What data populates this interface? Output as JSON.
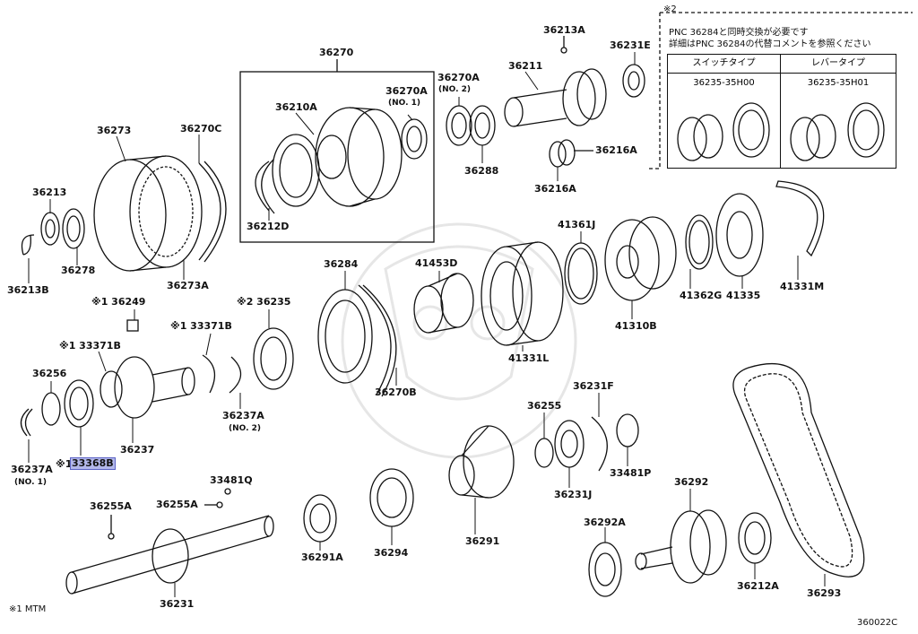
{
  "notes": {
    "mark2": "※2",
    "line1": "PNC 36284と同時交換が必要です",
    "line2": "詳細はPNC 36284の代替コメントを参照ください",
    "footnote": "※1 MTM",
    "figure_code": "360022C"
  },
  "table": {
    "col1_header": "スイッチタイプ",
    "col2_header": "レバータイプ",
    "col1_part": "36235-35H00",
    "col2_part": "36235-35H01"
  },
  "parts": {
    "p36270": "36270",
    "p36213A": "36213A",
    "p36231E": "36231E",
    "p36211": "36211",
    "p36270A": "36270A",
    "p36270A_no2": "(NO. 2)",
    "p36210A": "36210A",
    "p36270A_in": "36270A",
    "p36270A_no1": "(NO. 1)",
    "p36273": "36273",
    "p36270C": "36270C",
    "p36288": "36288",
    "p36216A_r": "36216A",
    "p36216A_b": "36216A",
    "p36213": "36213",
    "p36212D": "36212D",
    "p36278": "36278",
    "p36273A": "36273A",
    "p36213B": "36213B",
    "p41361J": "41361J",
    "p36284": "36284",
    "p41453D": "41453D",
    "p36249": "※1 36249",
    "p36235": "※2 36235",
    "p41362G": "41362G",
    "p41335": "41335",
    "p41331M": "41331M",
    "p41310B": "41310B",
    "p33371B_a": "※1 33371B",
    "p33371B_b": "※1 33371B",
    "p36256": "36256",
    "p41331L": "41331L",
    "p36270B": "36270B",
    "p36231F": "36231F",
    "p36237A_r": "36237A",
    "p36237A_r_no": "(NO. 2)",
    "p36255": "36255",
    "p36237": "36237",
    "p36237A_l": "36237A",
    "p36237A_l_no": "(NO. 1)",
    "p33368B_mark": "※1",
    "p33368B": "33368B",
    "p33481P": "33481P",
    "p36231J": "36231J",
    "p33481Q": "33481Q",
    "p36292": "36292",
    "p36255A_l": "36255A",
    "p36255A_m": "36255A",
    "p36292A": "36292A",
    "p36291A": "36291A",
    "p36294": "36294",
    "p36291": "36291",
    "p36212A": "36212A",
    "p36293": "36293",
    "p36231": "36231"
  }
}
